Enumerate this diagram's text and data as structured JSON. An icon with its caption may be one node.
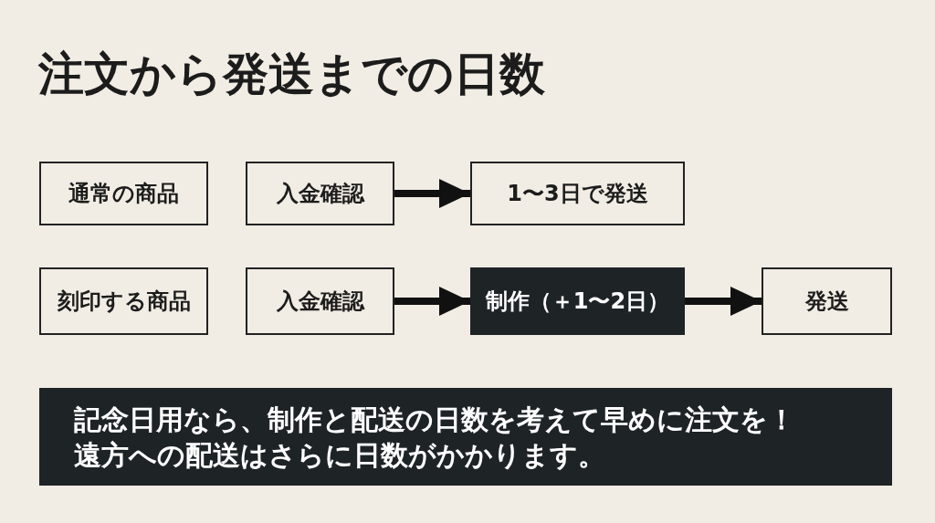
{
  "diagram": {
    "title": "注文から発送までの日数",
    "nodes": [
      {
        "text": [
          "通常の商品"
        ]
      },
      {
        "text": [
          "入金確認"
        ]
      },
      {
        "text": [
          "1〜3日で発送"
        ]
      },
      {
        "text": [
          "刻印する商品"
        ]
      },
      {
        "text": [
          "入金確認"
        ]
      },
      {
        "text": [
          "制作（＋1〜2日）"
        ]
      },
      {
        "text": [
          "発送"
        ]
      },
      {
        "text": [
          "記念日用なら、制作と配送の日数を考えて早めに注文を！",
          "遠方への配送はさらに日数がかかります。"
        ]
      }
    ],
    "edges": [
      {
        "from": 1,
        "to": 2,
        "arrow": "to"
      },
      {
        "from": 4,
        "to": 5,
        "arrow": "to"
      },
      {
        "from": 5,
        "to": 6,
        "arrow": "to"
      }
    ]
  }
}
